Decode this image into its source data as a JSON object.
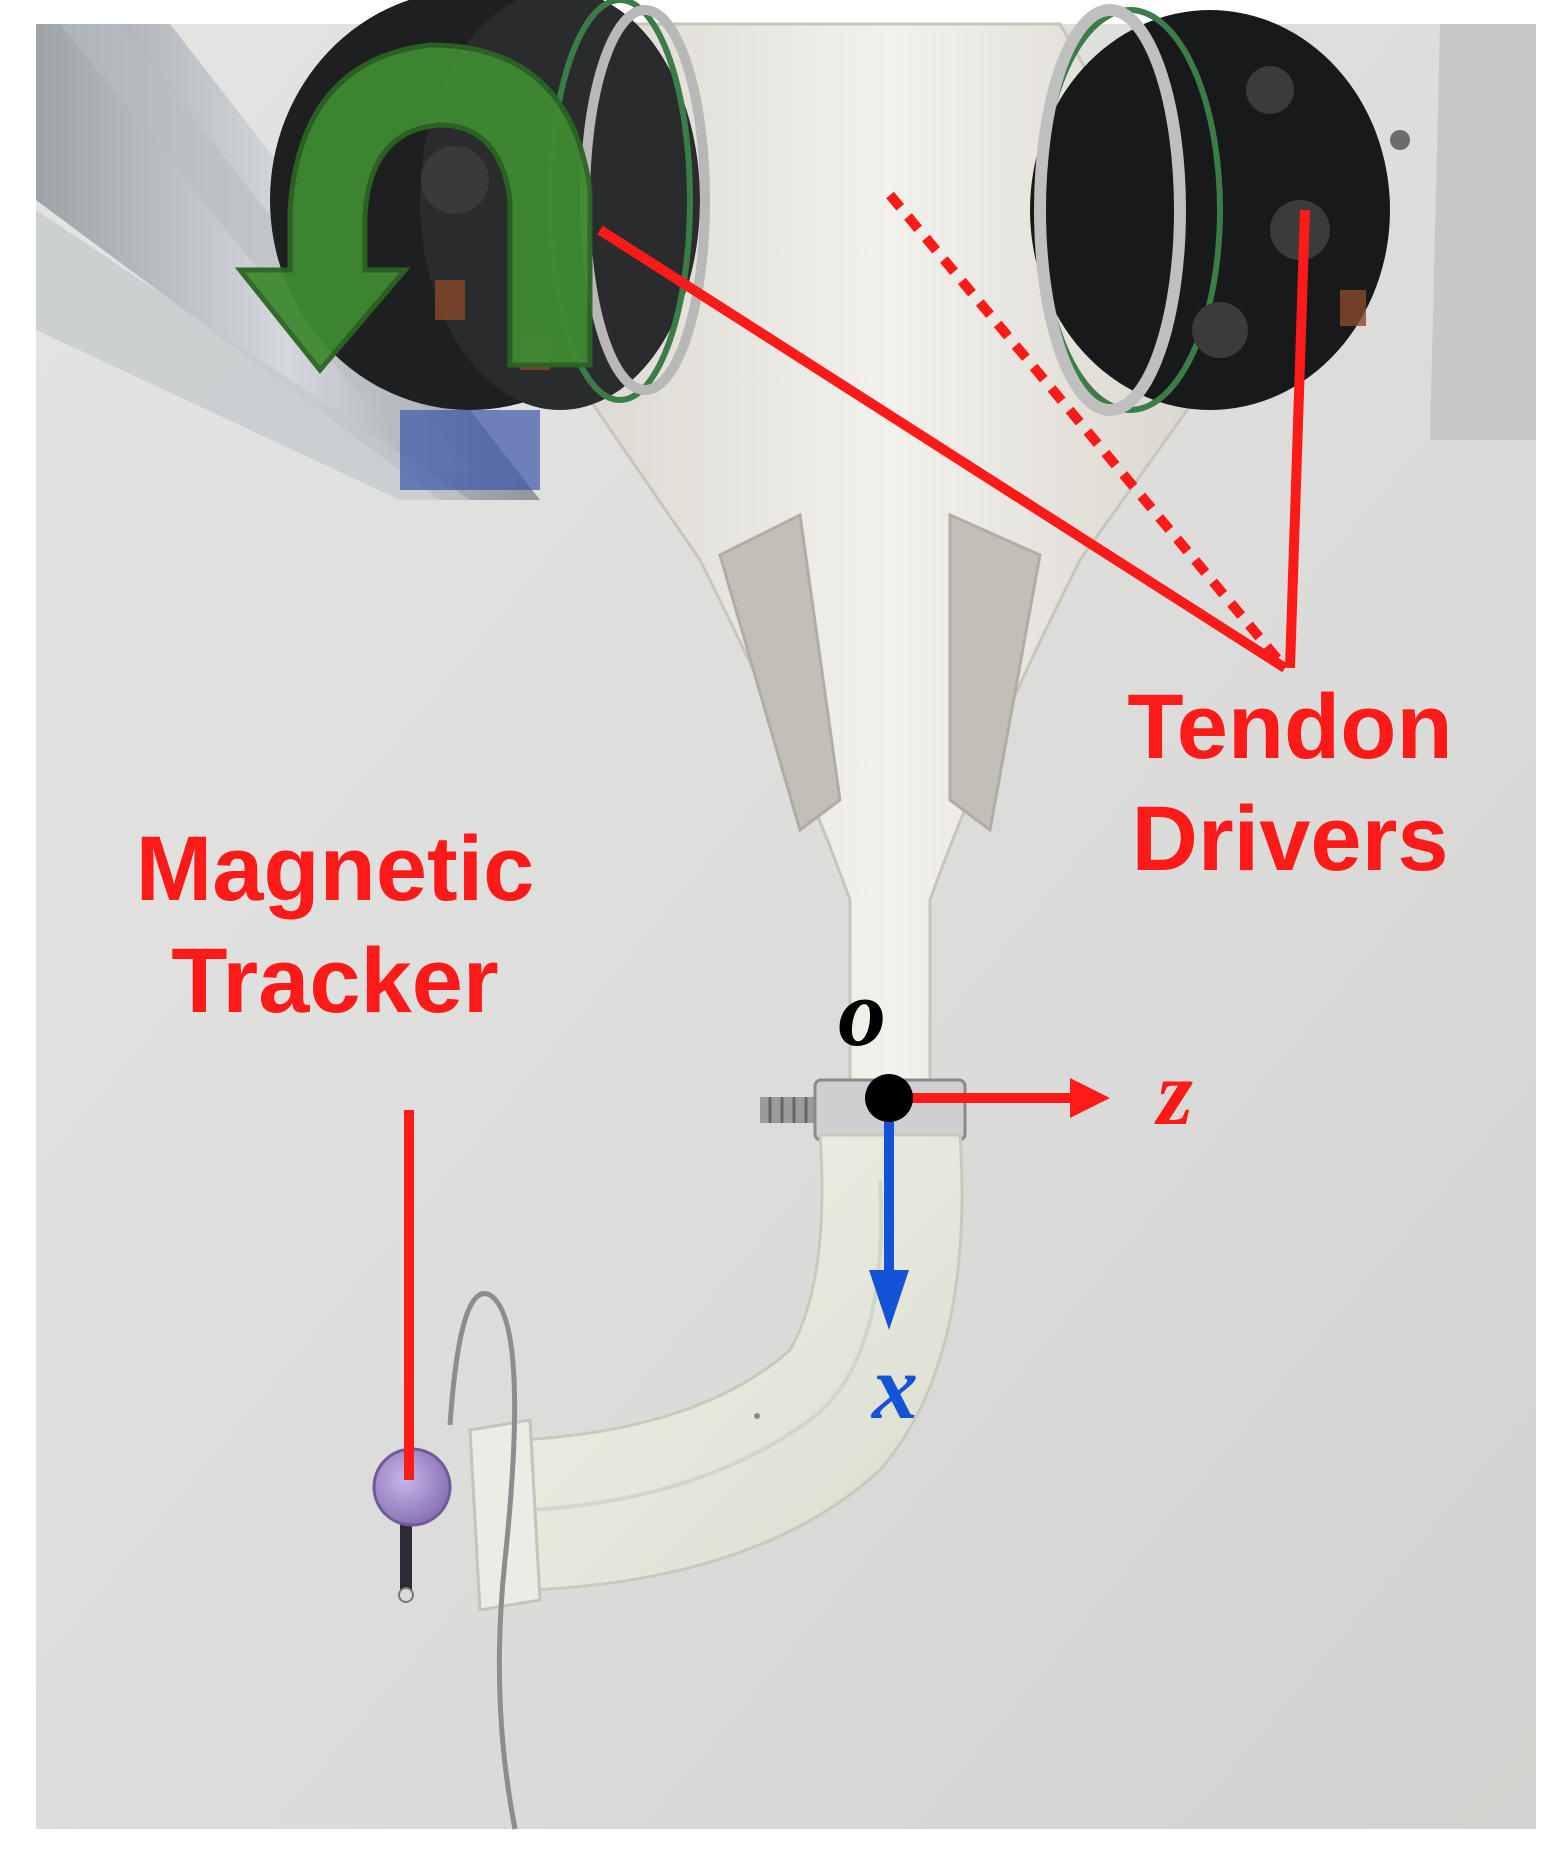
{
  "labels": {
    "tendon_drivers_line1": "Tendon",
    "tendon_drivers_line2": "Drivers",
    "magnetic_tracker_line1": "Magnetic",
    "magnetic_tracker_line2": "Tracker",
    "origin": "o",
    "axis_z": "z",
    "axis_x": "x"
  },
  "colors": {
    "annotation_red": "#ff1a1a",
    "axis_blue": "#1452d6",
    "rotation_arrow_green": "#3f8a32",
    "origin_black": "#000000"
  }
}
